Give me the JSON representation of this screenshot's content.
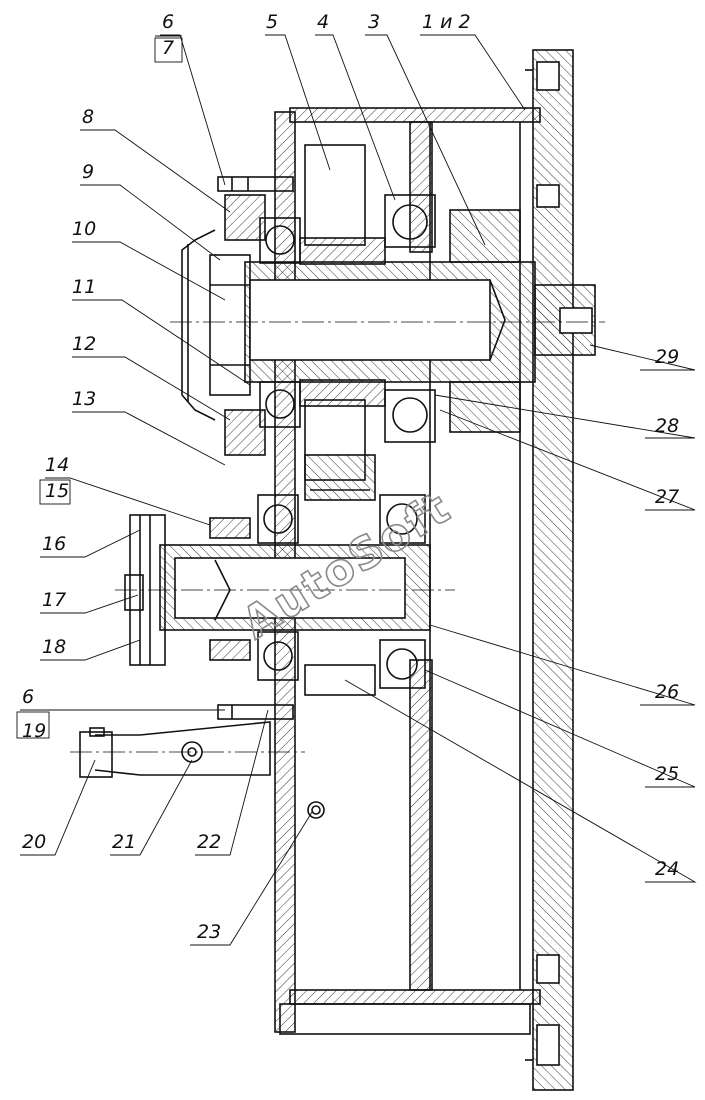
{
  "watermark": "AutoSoft",
  "callouts": [
    {
      "id": "6",
      "side": "left"
    },
    {
      "id": "7",
      "side": "left"
    },
    {
      "id": "5",
      "side": "top"
    },
    {
      "id": "4",
      "side": "top"
    },
    {
      "id": "3",
      "side": "top"
    },
    {
      "id": "1 и 2",
      "side": "top"
    },
    {
      "id": "8",
      "side": "left"
    },
    {
      "id": "9",
      "side": "left"
    },
    {
      "id": "10",
      "side": "left"
    },
    {
      "id": "11",
      "side": "left"
    },
    {
      "id": "12",
      "side": "left"
    },
    {
      "id": "13",
      "side": "left"
    },
    {
      "id": "14",
      "side": "left"
    },
    {
      "id": "15",
      "side": "left"
    },
    {
      "id": "16",
      "side": "left"
    },
    {
      "id": "17",
      "side": "left"
    },
    {
      "id": "18",
      "side": "left"
    },
    {
      "id": "6",
      "side": "left"
    },
    {
      "id": "19",
      "side": "left"
    },
    {
      "id": "20",
      "side": "bottom"
    },
    {
      "id": "21",
      "side": "bottom"
    },
    {
      "id": "22",
      "side": "bottom"
    },
    {
      "id": "23",
      "side": "bottom"
    },
    {
      "id": "29",
      "side": "right"
    },
    {
      "id": "28",
      "side": "right"
    },
    {
      "id": "27",
      "side": "right"
    },
    {
      "id": "26",
      "side": "right"
    },
    {
      "id": "25",
      "side": "right"
    },
    {
      "id": "24",
      "side": "right"
    }
  ]
}
